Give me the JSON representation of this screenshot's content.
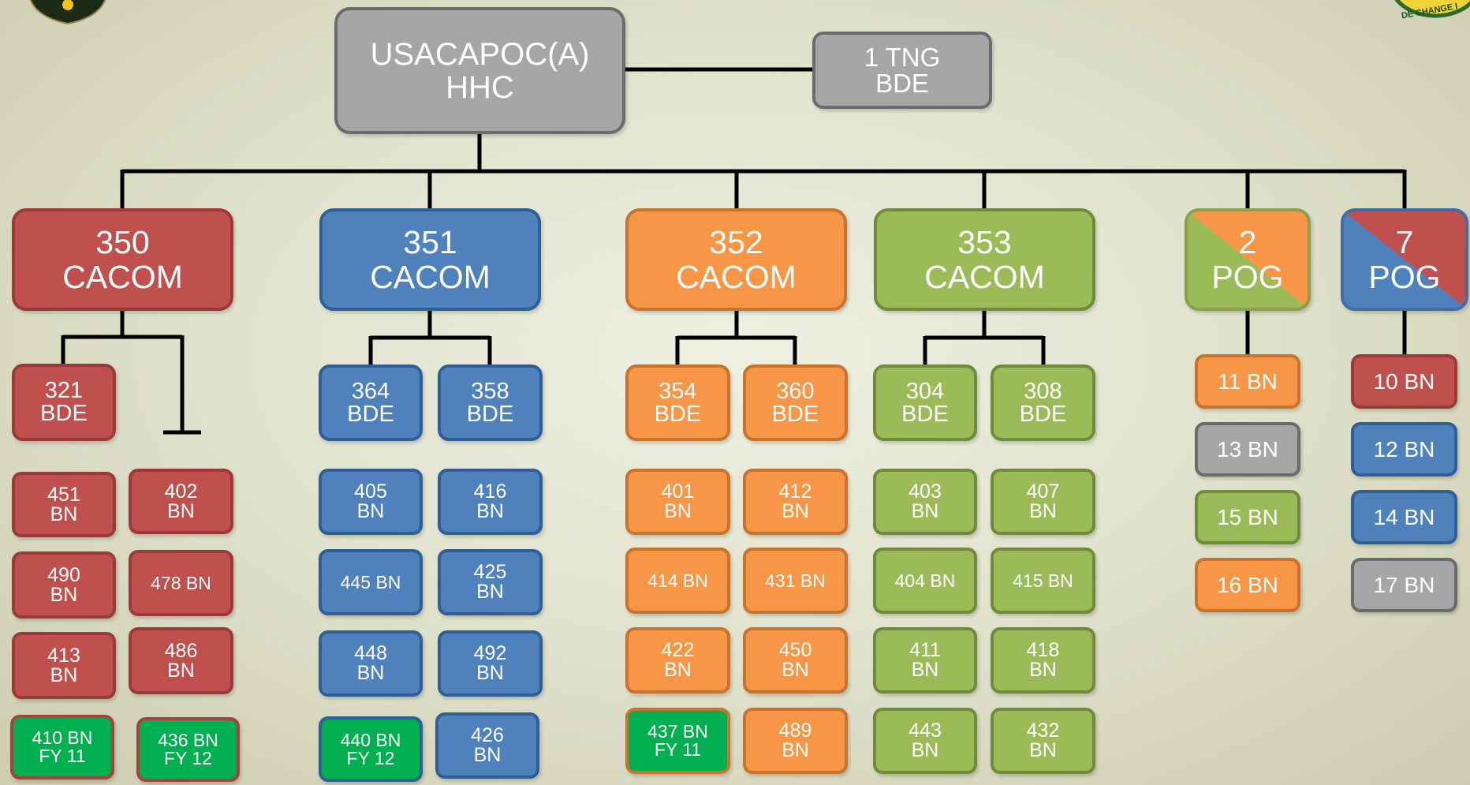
{
  "colors": {
    "red": "#c0504d",
    "red_border": "#9b3a37",
    "blue": "#4f81bd",
    "blue_border": "#2f5f94",
    "orange": "#f79646",
    "orange_border": "#c9732c",
    "green": "#9bbb59",
    "green_border": "#6f8c3a",
    "gray": "#a6a6a6",
    "gray_border": "#6b6b6b",
    "bright_green": "#00b050",
    "bright_green_border": "#a8423d",
    "line": "#000000"
  },
  "hq": {
    "label": "USACAPOC(A)\nHHC"
  },
  "training": {
    "label": "1 TNG\nBDE"
  },
  "logos": {
    "right_text": "DE CHANGE I"
  },
  "commands": [
    {
      "id": "350",
      "label": "350\nCACOM",
      "color": "red",
      "brigades": [
        "321\nBDE"
      ],
      "battalions": [
        [
          "451\nBN",
          "402\nBN"
        ],
        [
          "490\nBN",
          "478 BN"
        ],
        [
          "413\nBN",
          "486\nBN"
        ],
        [
          "410 BN\nFY 11",
          "436 BN\nFY 12"
        ]
      ]
    },
    {
      "id": "351",
      "label": "351\nCACOM",
      "color": "blue",
      "brigades": [
        "364\nBDE",
        "358\nBDE"
      ],
      "battalions": [
        [
          "405\nBN",
          "416\nBN"
        ],
        [
          "445 BN",
          "425\nBN"
        ],
        [
          "448\nBN",
          "492\nBN"
        ],
        [
          "440 BN\nFY 12",
          "426\nBN"
        ]
      ]
    },
    {
      "id": "352",
      "label": "352\nCACOM",
      "color": "orange",
      "brigades": [
        "354\nBDE",
        "360\nBDE"
      ],
      "battalions": [
        [
          "401\nBN",
          "412\nBN"
        ],
        [
          "414 BN",
          "431 BN"
        ],
        [
          "422\nBN",
          "450\nBN"
        ],
        [
          "437 BN\nFY 11",
          "489\nBN"
        ]
      ]
    },
    {
      "id": "353",
      "label": "353\nCACOM",
      "color": "green",
      "brigades": [
        "304\nBDE",
        "308\nBDE"
      ],
      "battalions": [
        [
          "403\nBN",
          "407\nBN"
        ],
        [
          "404 BN",
          "415 BN"
        ],
        [
          "411\nBN",
          "418\nBN"
        ],
        [
          "443\nBN",
          "432\nBN"
        ]
      ]
    }
  ],
  "pogs": [
    {
      "id": "2",
      "label": "2\nPOG",
      "colors": [
        "green",
        "orange"
      ],
      "battalions": [
        {
          "label": "11 BN",
          "color": "orange"
        },
        {
          "label": "13 BN",
          "color": "gray"
        },
        {
          "label": "15 BN",
          "color": "green"
        },
        {
          "label": "16 BN",
          "color": "orange"
        }
      ]
    },
    {
      "id": "7",
      "label": "7\nPOG",
      "colors": [
        "blue",
        "red"
      ],
      "battalions": [
        {
          "label": "10 BN",
          "color": "red"
        },
        {
          "label": "12 BN",
          "color": "blue"
        },
        {
          "label": "14 BN",
          "color": "blue"
        },
        {
          "label": "17 BN",
          "color": "gray"
        }
      ]
    }
  ]
}
